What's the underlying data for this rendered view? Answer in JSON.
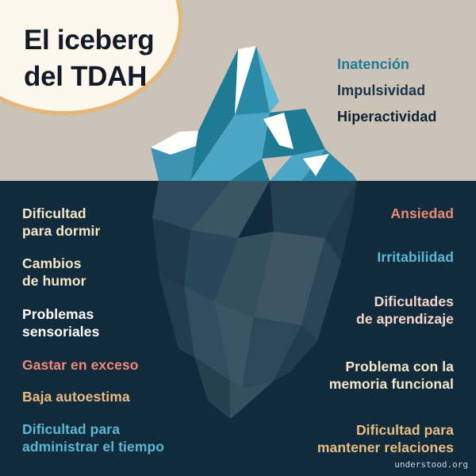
{
  "colors": {
    "sky": "#cbc2b8",
    "sea": "#112b3c",
    "sun_fill": "#fdf7ee",
    "sun_border": "#e6b877",
    "title": "#111a26",
    "teal": "#1f7a93",
    "navy": "#1b3346",
    "cream": "#f6e7c8",
    "white": "#ffffff",
    "salmon": "#ef8a75",
    "light_blue": "#5ab8d3",
    "pink": "#f6d6cc",
    "tan": "#e9bd82"
  },
  "title": "El iceberg\ndel TDAH",
  "visible_symptoms": [
    {
      "text": "Inatención",
      "color": "#1f7a93"
    },
    {
      "text": "Impulsividad",
      "color": "#1b3346"
    },
    {
      "text": "Hiperactividad",
      "color": "#0f2233"
    }
  ],
  "hidden_left": [
    {
      "text": "Dificultad\npara dormir",
      "color": "#f6e7c8"
    },
    {
      "text": "Cambios\nde humor",
      "color": "#f6e7c8"
    },
    {
      "text": "Problemas\nsensoriales",
      "color": "#ffffff"
    },
    {
      "text": "Gastar en exceso",
      "color": "#ef8a75"
    },
    {
      "text": "Baja autoestima",
      "color": "#e9bd82"
    },
    {
      "text": "Dificultad para\nadministrar el tiempo",
      "color": "#5ab8d3"
    }
  ],
  "hidden_right": [
    {
      "text": "Ansiedad",
      "color": "#ef8a75"
    },
    {
      "text": "Irritabilidad",
      "color": "#5ab8d3"
    },
    {
      "text": "Dificultades\nde aprendizaje",
      "color": "#f6d6cc"
    },
    {
      "text": "Problema con la\nmemoria funcional",
      "color": "#f6e7c8"
    },
    {
      "text": "Dificultad para\nmantener relaciones",
      "color": "#e9bd82"
    }
  ],
  "credit": "understood.org"
}
